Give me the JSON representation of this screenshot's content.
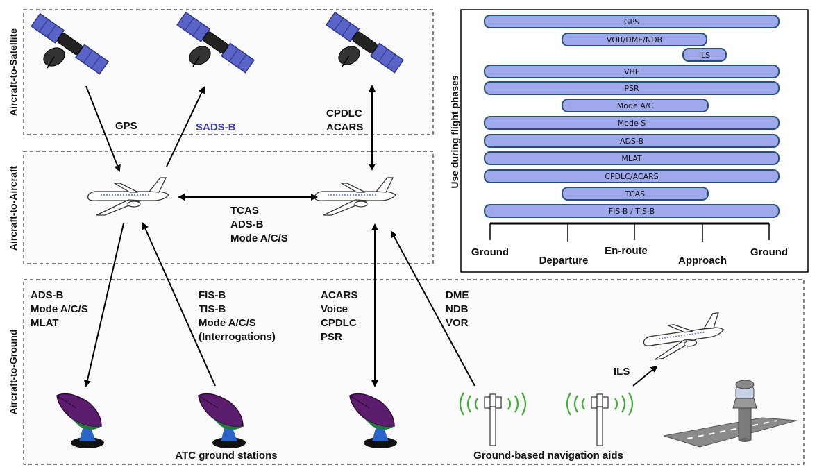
{
  "sections": {
    "satellite": "Aircraft-to-Satellite",
    "aircraft": "Aircraft-to-Aircraft",
    "ground": "Aircraft-to-Ground"
  },
  "links": {
    "gps": "GPS",
    "sadsb": "SADS-B",
    "cpdlc_acars": [
      "CPDLC",
      "ACARS"
    ],
    "a2a": [
      "TCAS",
      "ADS-B",
      "Mode A/C/S"
    ],
    "g1": [
      "ADS-B",
      "Mode A/C/S",
      "MLAT"
    ],
    "g2": [
      "FIS-B",
      "TIS-B",
      "Mode A/C/S",
      "(Interrogations)"
    ],
    "g3": [
      "ACARS",
      "Voice",
      "CPDLC",
      "PSR"
    ],
    "g4": [
      "DME",
      "NDB",
      "VOR"
    ],
    "ils": "ILS"
  },
  "ground_labels": {
    "atc": "ATC ground stations",
    "navaids": "Ground-based navigation aids"
  },
  "phases_panel": {
    "title": "Use during flight phases",
    "axis": [
      "Ground",
      "Departure",
      "En-route",
      "Approach",
      "Ground"
    ],
    "bars": [
      {
        "label": "GPS"
      },
      {
        "label": "VOR/DME/NDB"
      },
      {
        "label": "ILS"
      },
      {
        "label": "VHF"
      },
      {
        "label": "PSR"
      },
      {
        "label": "Mode A/C"
      },
      {
        "label": "Mode S"
      },
      {
        "label": "ADS-B"
      },
      {
        "label": "MLAT"
      },
      {
        "label": "CPDLC/ACARS"
      },
      {
        "label": "TCAS"
      },
      {
        "label": "FIS-B / TIS-B"
      }
    ]
  },
  "colors": {
    "bar_fill": "#9fa8ea",
    "bar_stroke": "#24507a",
    "satellite_panel": "#5a64c8",
    "dish": "#5c1d6e",
    "dish_base": "#2a64c8",
    "dish_green": "#1f7a3a",
    "signal_green": "#3bb02e",
    "sadsb_text": "#3b3fa8"
  }
}
